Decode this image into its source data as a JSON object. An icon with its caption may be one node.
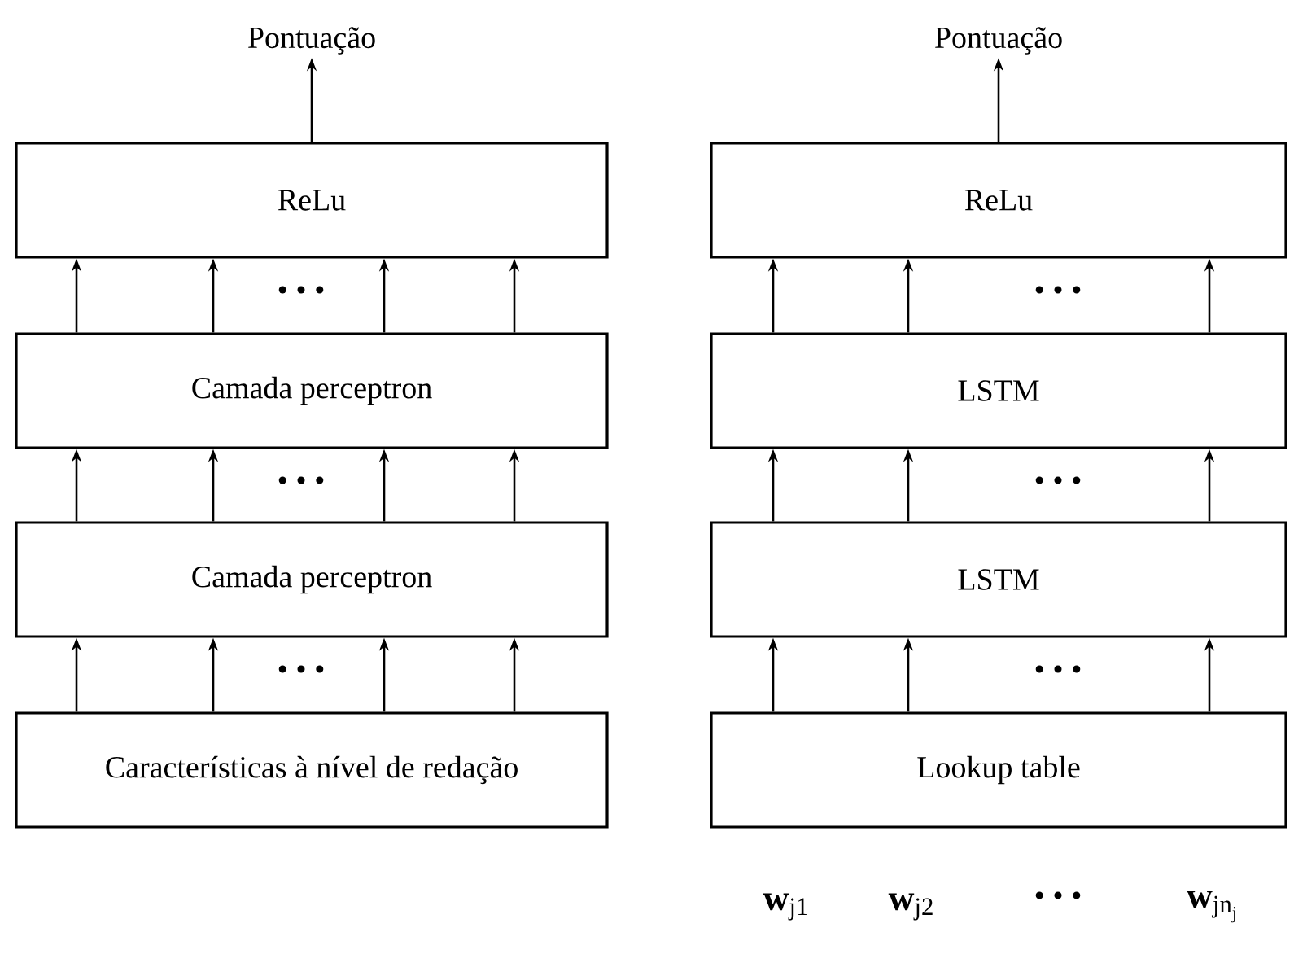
{
  "diagram": {
    "nodes": [
      {
        "text": [
          "Pontuação"
        ]
      },
      {
        "text": [
          "ReLu"
        ]
      },
      {
        "text": [
          "Camada perceptron"
        ]
      },
      {
        "text": [
          "Camada perceptron"
        ]
      },
      {
        "text": [
          "Características à nível de redação"
        ]
      },
      {
        "text": [
          "Pontuação"
        ]
      },
      {
        "text": [
          "ReLu"
        ]
      },
      {
        "text": [
          "LSTM"
        ]
      },
      {
        "text": [
          "LSTM"
        ]
      },
      {
        "text": [
          "Lookup table"
        ]
      }
    ],
    "edges": [
      {
        "from": 1,
        "to": 0,
        "arrow": "to"
      },
      {
        "from": 2,
        "to": 1,
        "arrow": "to"
      },
      {
        "from": 2,
        "to": 1,
        "arrow": "to"
      },
      {
        "from": 2,
        "to": 1,
        "arrow": "to"
      },
      {
        "from": 2,
        "to": 1,
        "arrow": "to"
      },
      {
        "from": 3,
        "to": 2,
        "arrow": "to"
      },
      {
        "from": 3,
        "to": 2,
        "arrow": "to"
      },
      {
        "from": 3,
        "to": 2,
        "arrow": "to"
      },
      {
        "from": 3,
        "to": 2,
        "arrow": "to"
      },
      {
        "from": 4,
        "to": 3,
        "arrow": "to"
      },
      {
        "from": 4,
        "to": 3,
        "arrow": "to"
      },
      {
        "from": 4,
        "to": 3,
        "arrow": "to"
      },
      {
        "from": 4,
        "to": 3,
        "arrow": "to"
      },
      {
        "from": 6,
        "to": 5,
        "arrow": "to"
      },
      {
        "from": 7,
        "to": 6,
        "arrow": "to"
      },
      {
        "from": 7,
        "to": 6,
        "arrow": "to"
      },
      {
        "from": 7,
        "to": 6,
        "arrow": "to"
      },
      {
        "from": 8,
        "to": 7,
        "arrow": "to"
      },
      {
        "from": 8,
        "to": 7,
        "arrow": "to"
      },
      {
        "from": 8,
        "to": 7,
        "arrow": "to"
      },
      {
        "from": 9,
        "to": 8,
        "arrow": "to"
      },
      {
        "from": 9,
        "to": 8,
        "arrow": "to"
      },
      {
        "from": 9,
        "to": 8,
        "arrow": "to"
      }
    ],
    "labels": [
      "• • •",
      "• • •",
      "• • •",
      "• • •",
      "• • •",
      "• • •",
      "\\mathbf{w}_{\\mathrm{j1}}",
      "\\mathbf{w}_{\\mathrm{j2}}",
      "• • •",
      "\\mathbf{w}_{\\mathrm{jn}_{\\mathrm{j}}}"
    ]
  }
}
